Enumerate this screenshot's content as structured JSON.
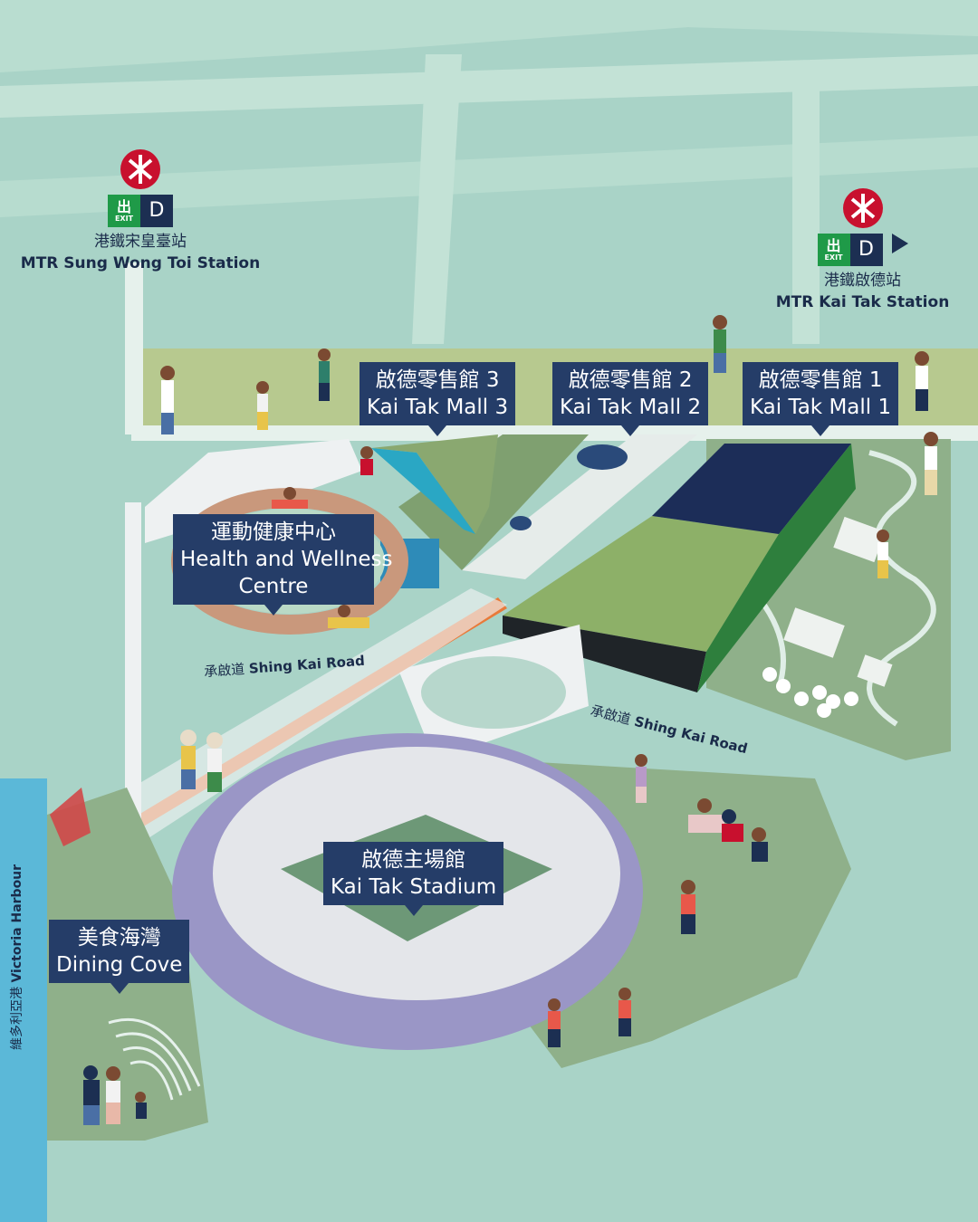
{
  "stations": [
    {
      "id": "sung-wong-toi",
      "exit_letter": "D",
      "exit_word": "EXIT",
      "exit_glyph": "出",
      "name_zh": "港鐵宋皇臺站",
      "name_en": "MTR Sung Wong Toi Station"
    },
    {
      "id": "kai-tak",
      "exit_letter": "D",
      "exit_word": "EXIT",
      "exit_glyph": "出",
      "name_zh": "港鐵啟德站",
      "name_en": "MTR Kai Tak Station",
      "icon": "arrow-right-icon"
    }
  ],
  "venues": {
    "mall3": {
      "zh": "啟德零售館 3",
      "en": "Kai Tak Mall 3"
    },
    "mall2": {
      "zh": "啟德零售館 2",
      "en": "Kai Tak Mall 2"
    },
    "mall1": {
      "zh": "啟德零售館 1",
      "en": "Kai Tak Mall 1"
    },
    "health": {
      "zh": "運動健康中心",
      "en1": "Health and Wellness",
      "en2": "Centre"
    },
    "stadium": {
      "zh": "啟德主場館",
      "en": "Kai Tak Stadium"
    },
    "dining": {
      "zh": "美食海灣",
      "en": "Dining Cove"
    }
  },
  "roads": [
    {
      "zh": "承啟道",
      "en": "Shing Kai Road"
    },
    {
      "zh": "承啟道",
      "en": "Shing Kai Road"
    }
  ],
  "harbour": {
    "zh": "維多利亞港",
    "en": "Victoria Harbour"
  },
  "colors": {
    "ground": "#a9d3c7",
    "light_road": "#c3e2d6",
    "park_green": "#8fab75",
    "label_bg": "#253d68",
    "mtr_red": "#c8102e",
    "exit_green": "#1f9a48",
    "water": "#5bb8d8",
    "orange_path": "#e87a3a",
    "stadium_purple": "#9a96c6"
  }
}
